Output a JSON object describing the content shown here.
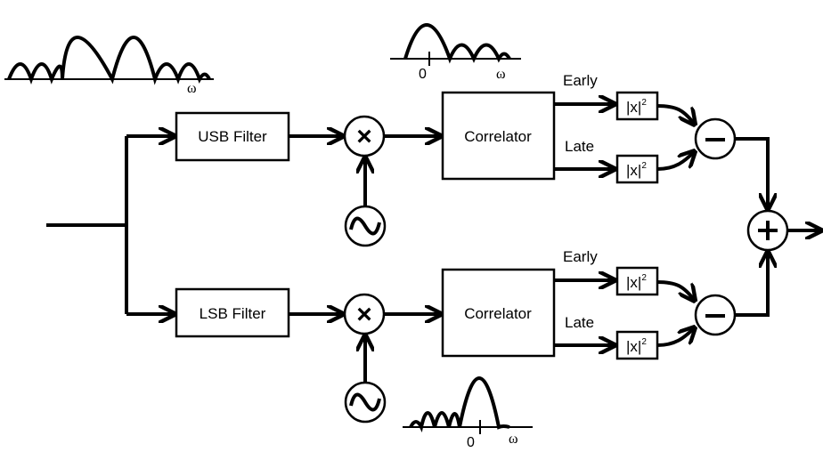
{
  "filters": {
    "usb": "USB Filter",
    "lsb": "LSB Filter"
  },
  "correlator": {
    "top": "Correlator",
    "bottom": "Correlator"
  },
  "outputs": {
    "early": "Early",
    "late": "Late"
  },
  "detector": {
    "base": "|x|",
    "exponent": "2"
  },
  "spectrum": {
    "omega": "ω",
    "zero": "0"
  },
  "operators": {
    "multiply": "×",
    "subtract": "−",
    "add": "+",
    "oscillator": "~"
  }
}
